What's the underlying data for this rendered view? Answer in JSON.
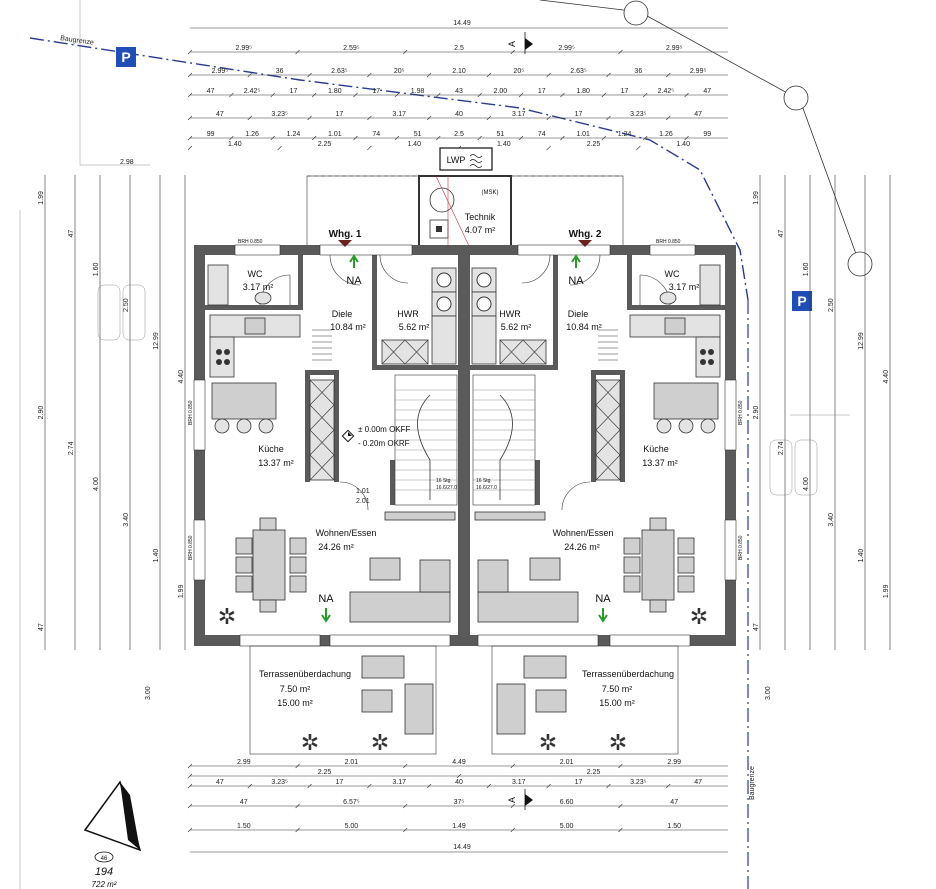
{
  "drawing": {
    "baugrenze_label": "Baugrenze",
    "parking_label": "P",
    "lwp_label": "LWP",
    "technik": {
      "name": "Technik",
      "area": "4.07 m²",
      "code": "(MSK)"
    },
    "units": [
      {
        "label": "Whg. 1",
        "entry": "NA"
      },
      {
        "label": "Whg. 2",
        "entry": "NA"
      }
    ],
    "rooms_left": {
      "wc": {
        "name": "WC",
        "area": "3.17 m²"
      },
      "diele": {
        "name": "Diele",
        "area": "10.84 m²"
      },
      "hwr": {
        "name": "HWR",
        "area": "5.62 m²"
      },
      "kueche": {
        "name": "Küche",
        "area": "13.37 m²"
      },
      "wohnen": {
        "name": "Wohnen/Essen",
        "area": "24.26 m²"
      },
      "terrasse": {
        "name": "Terrassenüberdachung",
        "area1": "7.50 m²",
        "area2": "15.00 m²"
      }
    },
    "rooms_right": {
      "wc": {
        "name": "WC",
        "area": "3.17 m²"
      },
      "diele": {
        "name": "Diele",
        "area": "10.84 m²"
      },
      "hwr": {
        "name": "HWR",
        "area": "5.62 m²"
      },
      "kueche": {
        "name": "Küche",
        "area": "13.37 m²"
      },
      "wohnen": {
        "name": "Wohnen/Essen",
        "area": "24.26 m²"
      },
      "terrasse": {
        "name": "Terrassenüberdachung",
        "area1": "7.50 m²",
        "area2": "15.00 m²"
      }
    },
    "na_labels": [
      "NA",
      "NA"
    ],
    "level_marks": [
      "± 0.00m OKFF",
      "- 0.20m OKRF"
    ],
    "brh_labels": [
      "BRH 0.850",
      "BRH 0.850",
      "BRH 0.850",
      "BRH 0.850",
      "BRH 0.850",
      "BRH 0.850"
    ],
    "stairs_text": [
      "16 Stg",
      "16.6/27.0",
      "16 Stg",
      "16.6/27.0"
    ],
    "section_marks": [
      "A",
      "A"
    ],
    "plot": {
      "number": "46",
      "value": "194",
      "area": "722 m²"
    },
    "top_total": "14.49",
    "bottom_total": "14.49",
    "dim_rows_top": [
      [
        "2.99⁵",
        "2.59⁵",
        "2.5",
        "2.99⁵",
        "2.99⁵"
      ],
      [
        "2.99⁵",
        "36",
        "2.63⁵",
        "20⁵",
        "2.10",
        "20⁵",
        "2.63⁵",
        "36",
        "2.99⁵"
      ],
      [
        "47",
        "2.42⁵",
        "17",
        "1.80",
        "17",
        "1.98",
        "43",
        "2.00",
        "17",
        "1.80",
        "17",
        "2.42⁵",
        "47"
      ],
      [
        "47",
        "3.23⁵",
        "17",
        "3.17",
        "40",
        "3.17",
        "17",
        "3.23⁵",
        "47"
      ],
      [
        "99",
        "1.26",
        "1.24",
        "1.01",
        "74",
        "51",
        "2.5",
        "51",
        "74",
        "1.01",
        "1.24",
        "1.26",
        "99"
      ],
      [
        "1.40",
        "2.25",
        "1.40",
        "1.40",
        "2.25",
        "1.40"
      ]
    ],
    "dim_rows_bottom": [
      [
        "2.99",
        "2.01",
        "4.49",
        "2.01",
        "2.99"
      ],
      [
        "2.25",
        "2.25"
      ],
      [
        "47",
        "3.23⁵",
        "17",
        "3.17",
        "40",
        "3.17",
        "17",
        "3.23⁵",
        "47"
      ],
      [
        "47",
        "6.57⁵",
        "37⁵",
        "6.60",
        "47"
      ],
      [
        "1.50",
        "5.00",
        "1.49",
        "5.00",
        "1.50"
      ]
    ],
    "dim_cols_left": [
      "1.99",
      "47",
      "1.60",
      "2.50",
      "12.99",
      "4.40",
      "2.90",
      "2.74",
      "4.00",
      "3.40",
      "1.40",
      "1.99",
      "47"
    ],
    "dim_cols_right": [
      "1.99",
      "47",
      "1.60",
      "2.50",
      "12.99",
      "4.40",
      "2.90",
      "2.74",
      "4.00",
      "3.40",
      "1.40",
      "1.99",
      "47"
    ],
    "misc_dims": [
      "3.00",
      "3.00",
      "2.98",
      "1.01",
      "2.01"
    ]
  }
}
